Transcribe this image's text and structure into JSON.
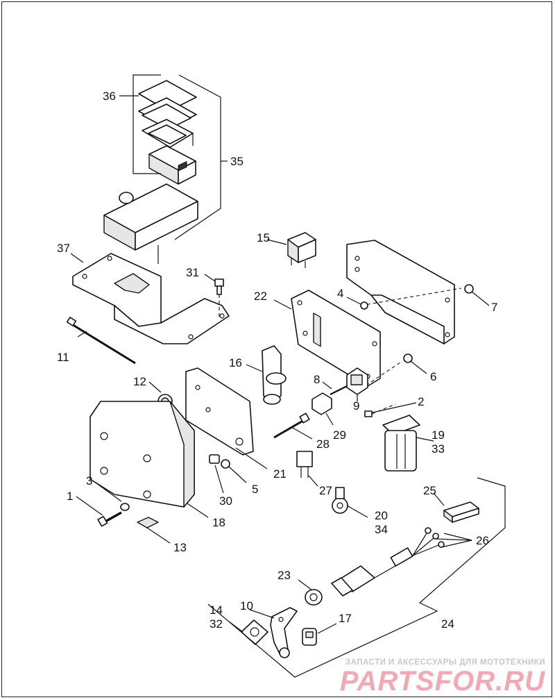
{
  "labels": {
    "l1": "1",
    "l2": "2",
    "l3": "3",
    "l4": "4",
    "l5": "5",
    "l6": "6",
    "l7": "7",
    "l8": "8",
    "l9": "9",
    "l10": "10",
    "l11": "11",
    "l12": "12",
    "l13": "13",
    "l14": "14",
    "l15": "15",
    "l16": "16",
    "l17": "17",
    "l18": "18",
    "l19": "19",
    "l20": "20",
    "l21": "21",
    "l22": "22",
    "l23": "23",
    "l24": "24",
    "l25": "25",
    "l26": "26",
    "l27": "27",
    "l28": "28",
    "l29": "29",
    "l30": "30",
    "l31": "31",
    "l32": "32",
    "l33": "33",
    "l34": "34",
    "l35": "35",
    "l36": "36",
    "l37": "37"
  },
  "watermark": {
    "tagline": "ЗАПАСТИ И АКСЕССУАРЫ ДЛЯ МОТОТЕХНИКИ",
    "brand": "PARTSFOR.RU"
  },
  "colors": {
    "watermark_brand": "#f2a9b4",
    "watermark_tagline": "#c7c7c7",
    "line": "#111111"
  }
}
